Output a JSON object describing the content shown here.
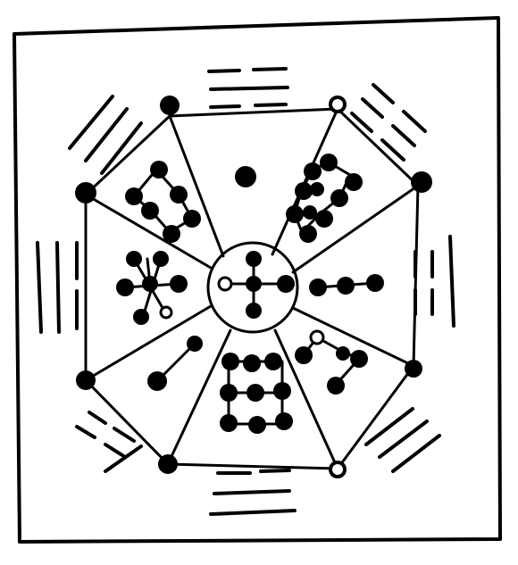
{
  "figure": {
    "ink_color": "#000000",
    "paper_color": "#ffffff",
    "octagon_vertices": [
      "N",
      "NE",
      "E",
      "SE",
      "S",
      "SW",
      "W",
      "NW"
    ],
    "vertex_marks": [
      {
        "vertex": "NW",
        "kind": "solid"
      },
      {
        "vertex": "N",
        "kind": "hollow"
      },
      {
        "vertex": "E",
        "kind": "solid"
      },
      {
        "vertex": "SE",
        "kind": "solid"
      },
      {
        "vertex": "S",
        "kind": "hollow"
      },
      {
        "vertex": "SW",
        "kind": "solid"
      },
      {
        "vertex": "W",
        "kind": "solid"
      },
      {
        "vertex": "NW2",
        "kind": "solid"
      }
    ],
    "trigrams": [
      {
        "side": "top",
        "lines": [
          "broken",
          "solid",
          "broken"
        ]
      },
      {
        "side": "top-right",
        "lines": [
          "broken",
          "broken",
          "broken"
        ]
      },
      {
        "side": "right",
        "lines": [
          "broken",
          "broken",
          "solid"
        ]
      },
      {
        "side": "bottom-right",
        "lines": [
          "solid",
          "solid",
          "solid"
        ]
      },
      {
        "side": "bottom",
        "lines": [
          "broken",
          "solid",
          "solid"
        ]
      },
      {
        "side": "bottom-left",
        "lines": [
          "broken",
          "broken",
          "solid"
        ]
      },
      {
        "side": "left",
        "lines": [
          "solid",
          "solid",
          "broken"
        ]
      },
      {
        "side": "top-left",
        "lines": [
          "solid",
          "solid",
          "solid"
        ]
      }
    ],
    "sectors": [
      {
        "position": "top",
        "dot_count": 1
      },
      {
        "position": "top-right",
        "dot_count": 10
      },
      {
        "position": "right",
        "dot_count": 3
      },
      {
        "position": "bottom-right",
        "dot_count": 4
      },
      {
        "position": "bottom",
        "dot_count": 9
      },
      {
        "position": "bottom-left",
        "dot_count": 2
      },
      {
        "position": "left",
        "dot_count": 7
      },
      {
        "position": "top-left",
        "dot_count": 6
      }
    ],
    "center": {
      "dot_count": 5,
      "hollow_count": 1
    }
  }
}
